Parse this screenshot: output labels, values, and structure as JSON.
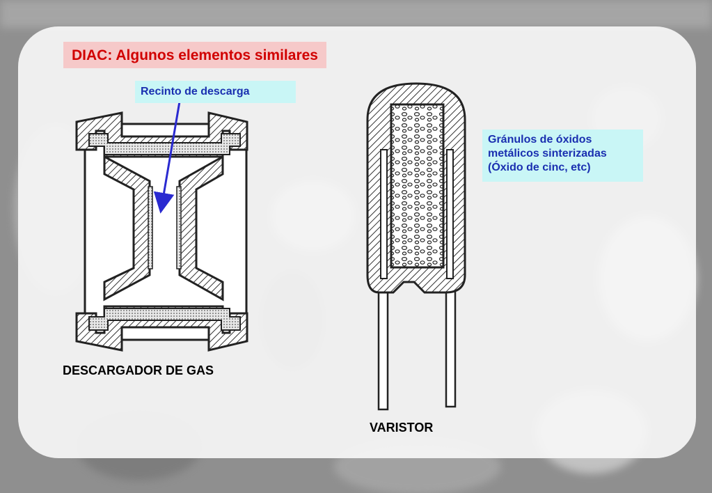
{
  "title": "DIAC: Algunos elementos similares",
  "callouts": {
    "discharge": "Recinto de descarga",
    "granules": "Gránulos de óxidos\nmetálicos sinterizadas\n(Óxido de cinc, etc)"
  },
  "labels": {
    "gas": "DESCARGADOR DE GAS",
    "varistor": "VARISTOR"
  },
  "colors": {
    "title_text": "#d10000",
    "title_bg": "#f6c9c9",
    "callout_text": "#1a2fb0",
    "callout_bg": "#c9f6f6",
    "arrow": "#2a2ad0"
  }
}
